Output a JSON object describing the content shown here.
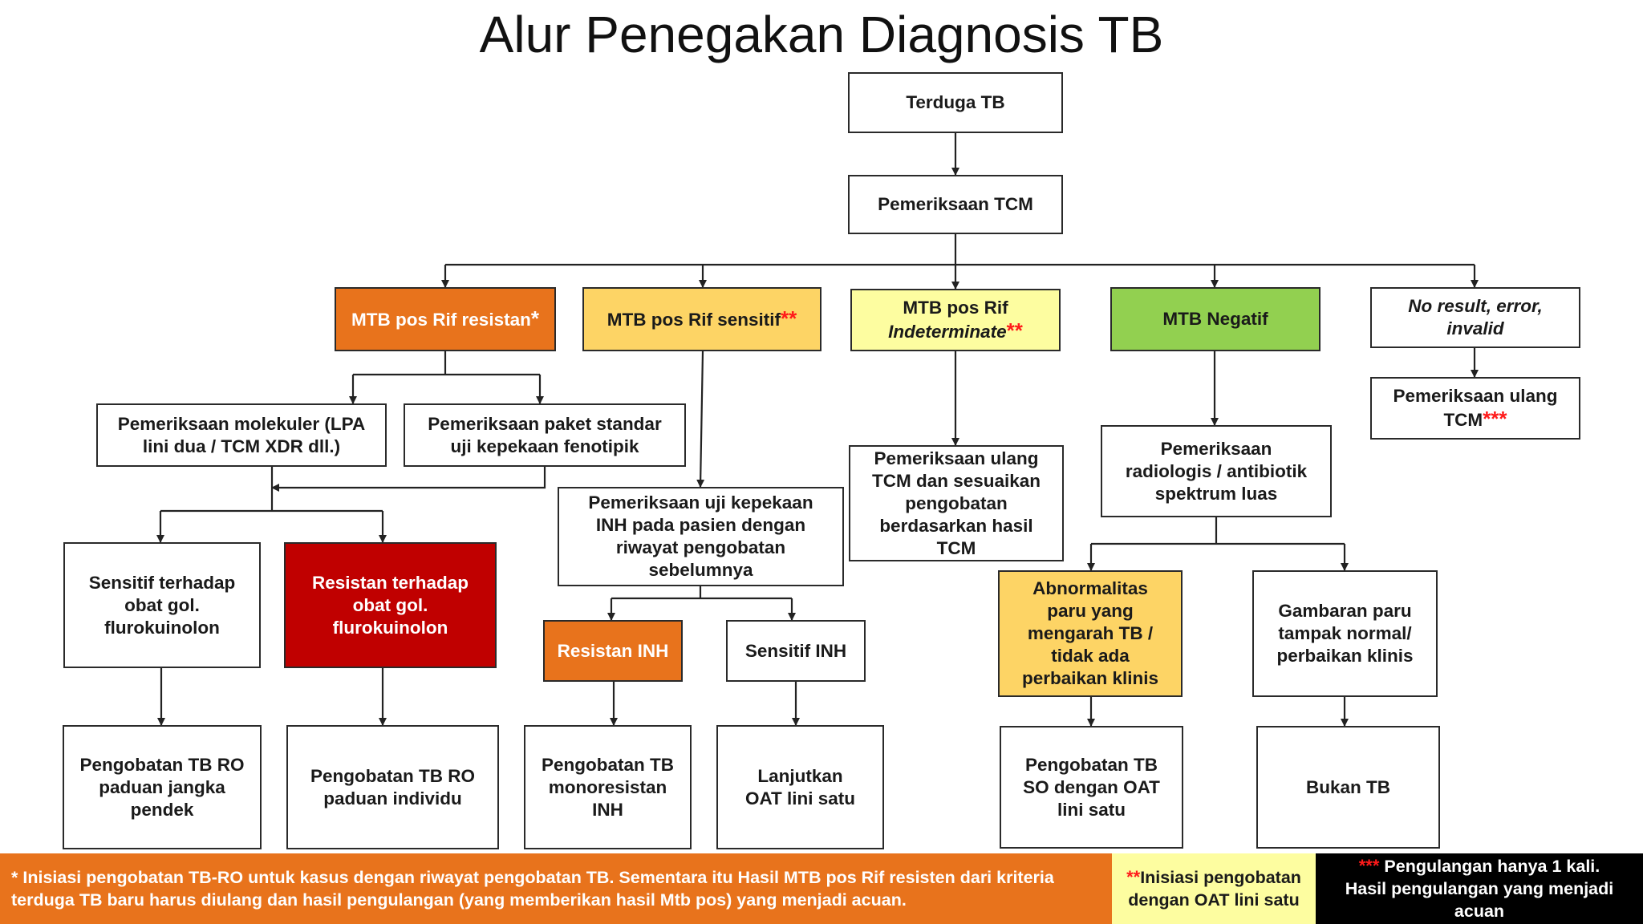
{
  "title": "Alur Penegakan Diagnosis TB",
  "nodes": {
    "terduga": "Terduga TB",
    "tcm": "Pemeriksaan TCM",
    "rif_resistan": {
      "text": "MTB pos Rif resistan",
      "mark": "*"
    },
    "rif_sensitif": {
      "text": "MTB pos Rif sensitif",
      "mark": "**"
    },
    "rif_indeterminate": {
      "line1": "MTB pos Rif",
      "line2": "Indeterminate",
      "mark": "**"
    },
    "negatif": "MTB Negatif",
    "no_result": "No result, error,\ninvalid",
    "ulang_tcm": {
      "text": "Pemeriksaan ulang\nTCM",
      "mark": "***"
    },
    "molekuler": "Pemeriksaan molekuler (LPA\nlini dua / TCM XDR dll.)",
    "paket_standar": "Pemeriksaan paket standar\nuji kepekaan fenotipik",
    "uji_inh": "Pemeriksaan uji kepekaan\nINH pada pasien dengan\nriwayat pengobatan\nsebelumnya",
    "ulang_sesuaikan": "Pemeriksaan ulang\nTCM dan sesuaikan\npengobatan\nberdasarkan hasil\nTCM",
    "radiologis": "Pemeriksaan\nradiologis / antibiotik\nspektrum luas",
    "sensitif_fq": "Sensitif terhadap\nobat gol.\nflurokuinolon",
    "resistan_fq": "Resistan terhadap\nobat gol.\nflurokuinolon",
    "resistan_inh": "Resistan INH",
    "sensitif_inh": "Sensitif INH",
    "abnormalitas": "Abnormalitas\nparu  yang\nmengarah TB /\ntidak ada\nperbaikan klinis",
    "gambaran_normal": "Gambaran paru\ntampak normal/\nperbaikan klinis",
    "ro_pendek": "Pengobatan TB RO\npaduan jangka\npendek",
    "ro_individu": "Pengobatan TB RO\npaduan individu",
    "mono_inh": "Pengobatan TB\nmonoresistan\nINH",
    "lanjutkan_oat": "Lanjutkan\nOAT lini satu",
    "so_oat": "Pengobatan TB\nSO dengan OAT\nlini satu",
    "bukan_tb": "Bukan TB"
  },
  "footer": {
    "note1": {
      "mark": "*",
      "text": "Inisiasi pengobatan TB-RO untuk kasus dengan riwayat pengobatan TB. Sementara itu Hasil MTB pos Rif resisten dari kriteria\nterduga TB baru harus diulang dan hasil pengulangan (yang memberikan hasil Mtb pos) yang menjadi acuan."
    },
    "note2": {
      "mark": "**",
      "text": "Inisiasi pengobatan\ndengan OAT lini satu"
    },
    "note3": {
      "mark": "***",
      "text": "Pengulangan hanya 1 kali.\nHasil pengulangan yang menjadi\nacuan"
    }
  },
  "colors": {
    "orange": "#e8731c",
    "yellow": "#fdd465",
    "light_yellow": "#fdfda0",
    "green": "#92d050",
    "dark_red": "#c00000",
    "asterisk_red": "#ff1a1a"
  }
}
